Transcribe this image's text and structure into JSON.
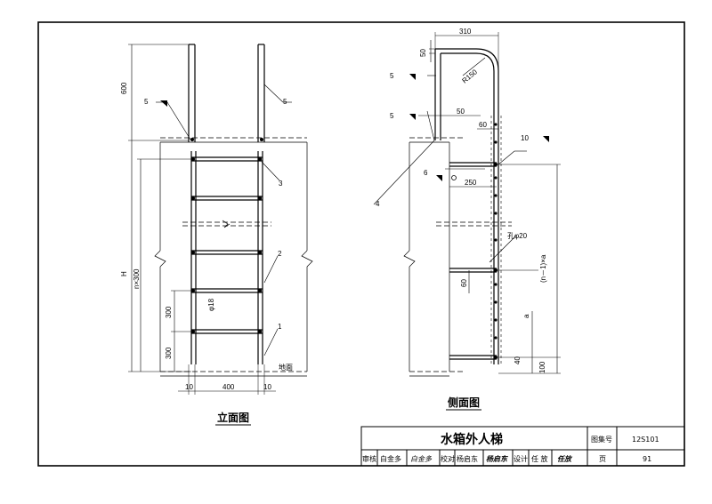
{
  "elevation": {
    "caption": "立面图",
    "dims": {
      "top_extension": "600",
      "total_height": "H",
      "rung_count": "n×300",
      "rung_gap_1": "300",
      "rung_gap_2": "300",
      "rail_diameter": "φ18",
      "rail_offset_left": "10",
      "width": "400",
      "rail_offset_right": "10",
      "ground": "地面"
    },
    "callouts": [
      "5",
      "5",
      "3",
      "2",
      "1"
    ]
  },
  "side": {
    "caption": "侧面图",
    "dims": {
      "top_width": "310",
      "top_drop": "50",
      "bend_radius": "R150",
      "weld_offset": "50",
      "bracket_gap": "60",
      "depth": "250",
      "hole": "孔φ20",
      "rung_section": "60",
      "rungs_span": "(n－1)×a",
      "spacing": "a",
      "bottom_gap": "40",
      "bottom_height": "100"
    },
    "callouts": [
      "5",
      "5",
      "10",
      "6",
      "4"
    ]
  },
  "title_block": {
    "title": "水箱外人梯",
    "atlas_label": "图集号",
    "atlas_no": "12S101",
    "review_label": "审核",
    "reviewer": "白金多",
    "reviewer_sign": "白金多",
    "check_label": "校对",
    "checker": "杨启东",
    "checker_sign": "杨启东",
    "design_label": "设计",
    "designer": "任 放",
    "designer_sign": "任放",
    "page_label": "页",
    "page_no": "91"
  }
}
